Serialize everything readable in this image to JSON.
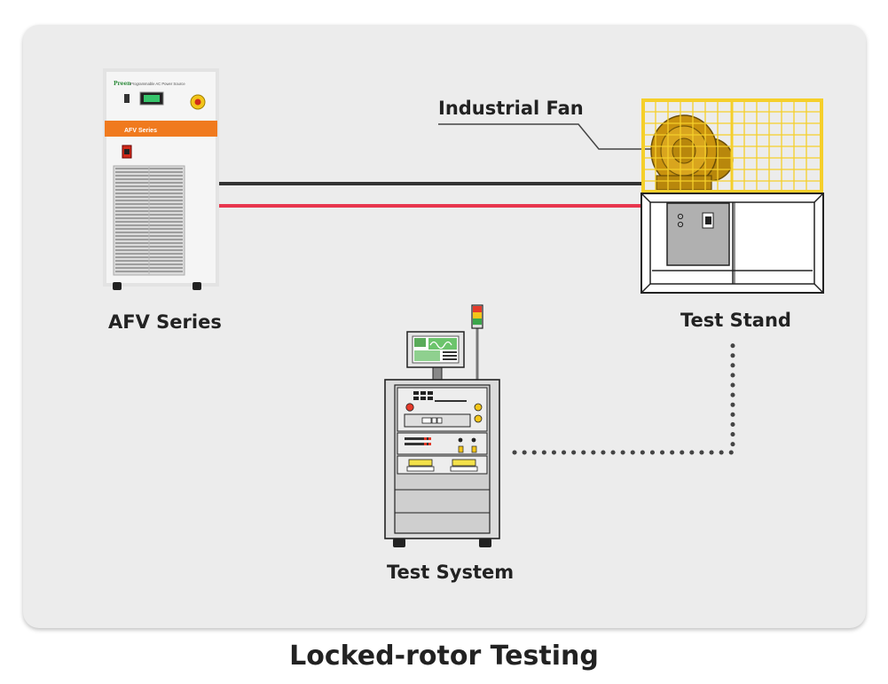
{
  "labels": {
    "afv": "AFV Series",
    "fan": "Industrial Fan",
    "stand": "Test Stand",
    "system": "Test System"
  },
  "afv_panel": {
    "brand": "Preen",
    "subtitle": "Programmable AC Power Source",
    "band_text": "AFV Series"
  },
  "caption": "Locked-rotor Testing",
  "colors": {
    "panel_bg": "#ececec",
    "accent_orange": "#f07a1e",
    "cable_black": "#333333",
    "cable_red": "#e8364e",
    "cage_yellow": "#f5cf2a",
    "fan_gold": "#c9920e"
  }
}
